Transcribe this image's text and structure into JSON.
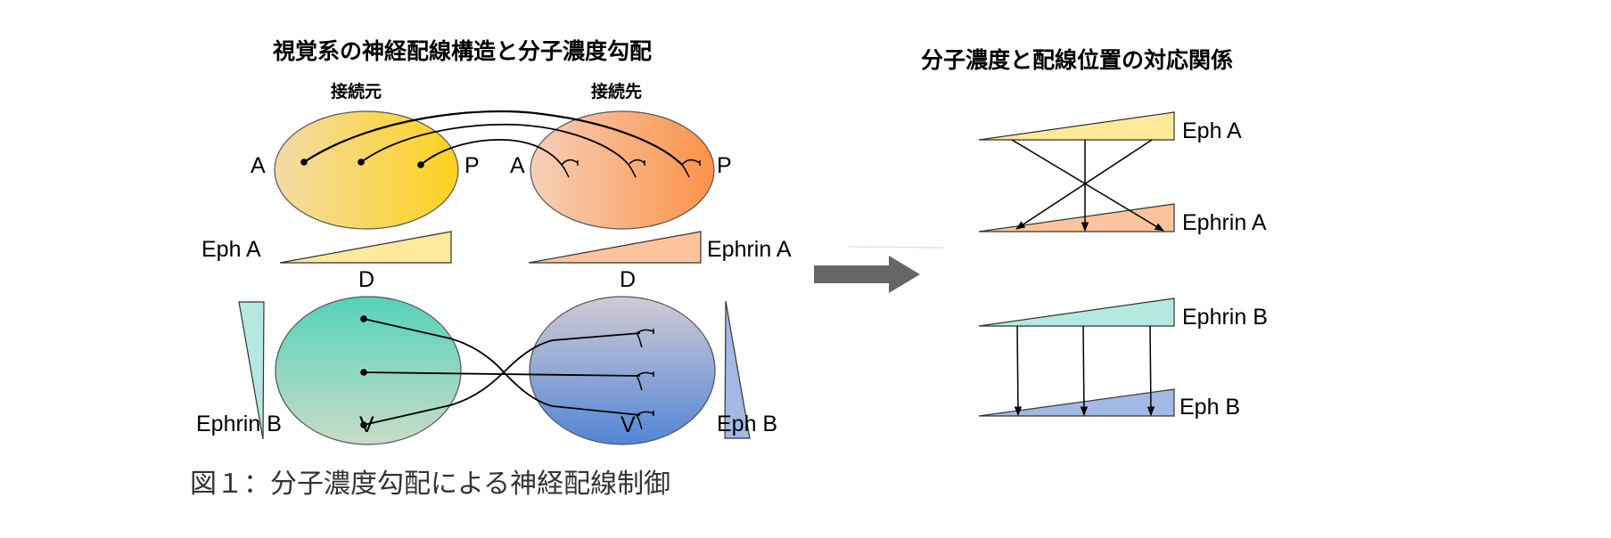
{
  "left_panel": {
    "title": "視覚系の神経配線構造と分子濃度勾配",
    "source_label": "接続元",
    "target_label": "接続先",
    "top_row": {
      "source_left_axis": "A",
      "source_right_axis": "P",
      "target_left_axis": "A",
      "target_right_axis": "P",
      "source_gradient_label": "Eph A",
      "target_gradient_label": "Ephrin A"
    },
    "bottom_row": {
      "source_top_axis": "D",
      "source_bottom_axis": "V",
      "target_top_axis": "D",
      "target_bottom_axis": "V",
      "source_gradient_label": "Ephrin B",
      "target_gradient_label": "Eph B"
    }
  },
  "right_panel": {
    "title": "分子濃度と配線位置の対応関係",
    "pair_a": {
      "upper_label": "Eph A",
      "lower_label": "Ephrin A",
      "mapping": "inverted"
    },
    "pair_b": {
      "upper_label": "Ephrin B",
      "lower_label": "Eph B",
      "mapping": "preserved"
    }
  },
  "caption": "図１：分子濃度勾配による神経配線制御",
  "colors": {
    "eph_a": "#FDE99A",
    "ephrin_a": "#FBC49A",
    "ephrin_b": "#B5E9E0",
    "eph_b": "#A2B9E3",
    "arrow": "#666666"
  }
}
